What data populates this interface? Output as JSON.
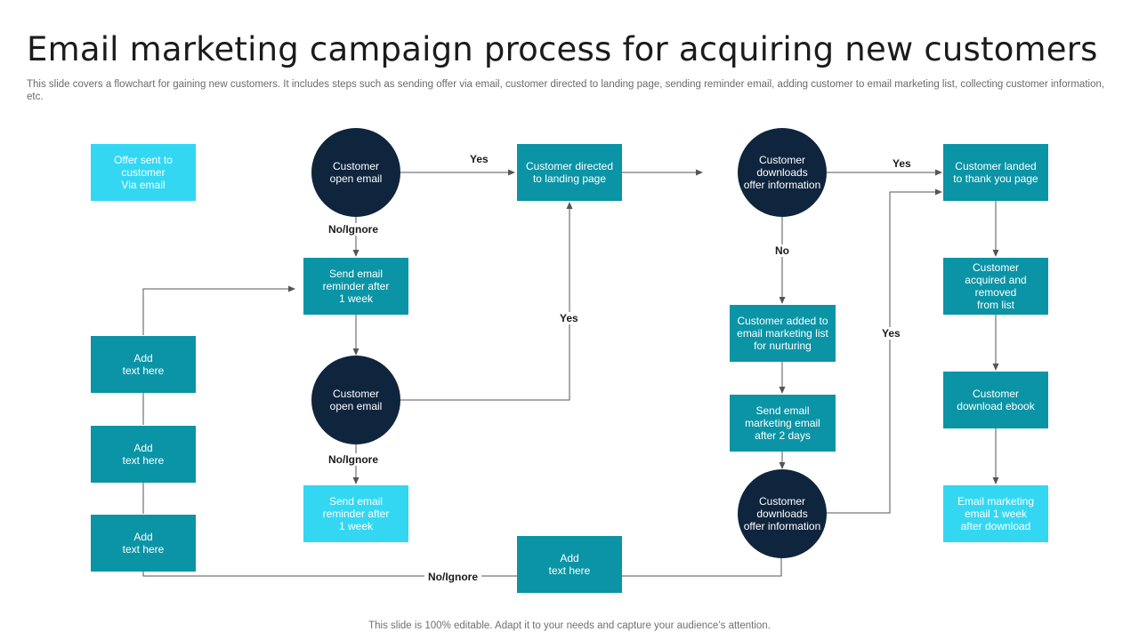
{
  "page": {
    "title": "Email marketing campaign process for acquiring new customers",
    "subtitle": "This slide covers a flowchart for gaining new customers. It includes steps such as sending offer via email, customer directed to landing page, sending reminder email, adding customer to email marketing list, collecting customer information, etc.",
    "footer": "This slide is 100% editable. Adapt it to your needs and capture your audience’s attention."
  },
  "colors": {
    "box": "#0b94a6",
    "box_light": "#33d7f2",
    "circle": "#0f243d",
    "line": "#555555"
  },
  "nodes": {
    "offer_sent": "Offer sent to\ncustomer\nVia email",
    "add_text_1": "Add\ntext here",
    "add_text_2": "Add\ntext here",
    "add_text_3": "Add\ntext here",
    "open_email_1": "Customer\nopen email",
    "reminder_1": "Send email\nreminder after\n1 week",
    "open_email_2": "Customer\nopen email",
    "reminder_2": "Send email\nreminder after\n1 week",
    "landing_page": "Customer directed\nto landing page",
    "add_text_4": "Add\ntext here",
    "downloads_info_1": "Customer\ndownloads\noffer information",
    "added_to_list": "Customer added to\nemail marketing list\nfor nurturing",
    "marketing_email": "Send email\nmarketing email\nafter 2 days",
    "downloads_info_2": "Customer\ndownloads\noffer information",
    "thank_you": "Customer landed\nto thank you page",
    "acquired_removed": "Customer\nacquired and\nremoved\nfrom list",
    "download_ebook": "Customer\ndownload ebook",
    "email_after_download": "Email marketing\nemail 1 week\nafter download"
  },
  "edge_labels": {
    "yes_1": "Yes",
    "no_ignore_1": "No/Ignore",
    "yes_2": "Yes",
    "no_ignore_2": "No/Ignore",
    "no_ignore_3": "No/Ignore",
    "yes_3": "Yes",
    "no_1": "No",
    "yes_4": "Yes"
  }
}
